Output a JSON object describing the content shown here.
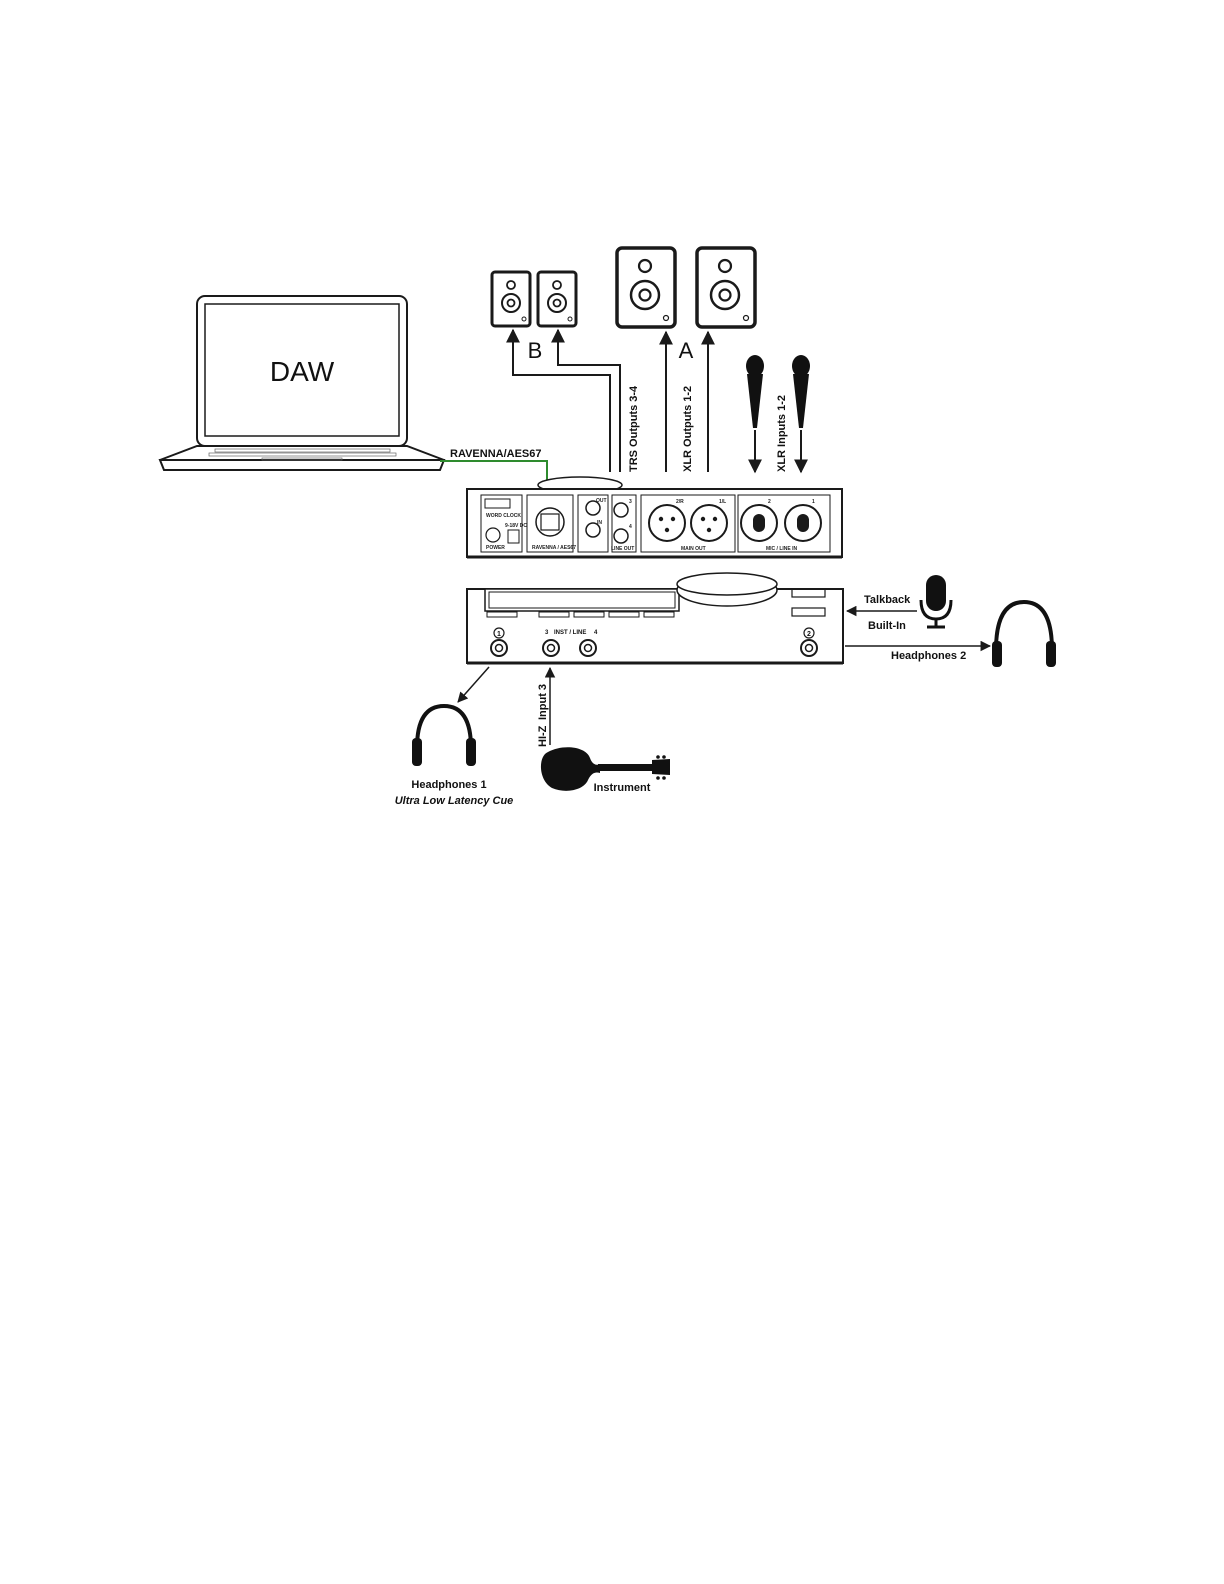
{
  "colors": {
    "line": "#1a1a1a",
    "network_cable": "#2e8b2e",
    "background": "#ffffff"
  },
  "laptop": {
    "screen_text": "DAW"
  },
  "connections": {
    "network": "RAVENNA/AES67",
    "trs_outputs": "TRS Outputs 3-4",
    "xlr_outputs": "XLR Outputs 1-2",
    "xlr_inputs": "XLR Inputs 1-2",
    "talkback": "Talkback",
    "built_in": "Built-In",
    "headphones_2": "Headphones 2",
    "headphones_1": "Headphones 1",
    "headphones_1_note": "Ultra Low Latency Cue",
    "hiz": "HI-Z",
    "input3": "Input 3",
    "instrument": "Instrument"
  },
  "speakers": {
    "group_b": "B",
    "group_a": "A"
  },
  "rear_panel": {
    "ravenna_label": "RAVENNA / AES67",
    "power_label": "POWER",
    "dc_label": "9-18V DC",
    "wordclock_label": "WORD CLOCK",
    "wordclock_io": [
      "OUT",
      "IN"
    ],
    "line_out_label": "LINE OUT",
    "line_out_numbers": [
      "3",
      "4"
    ],
    "main_out_label": "MAIN OUT",
    "main_out_channels": [
      "2/R",
      "1/L"
    ],
    "mic_line_label": "MIC / LINE IN",
    "mic_line_channels": [
      "2",
      "1"
    ]
  },
  "front_panel": {
    "inst_line_label": "INST / LINE",
    "input_numbers": [
      "3",
      "4"
    ],
    "headphone_numbers": [
      "1",
      "2"
    ]
  }
}
